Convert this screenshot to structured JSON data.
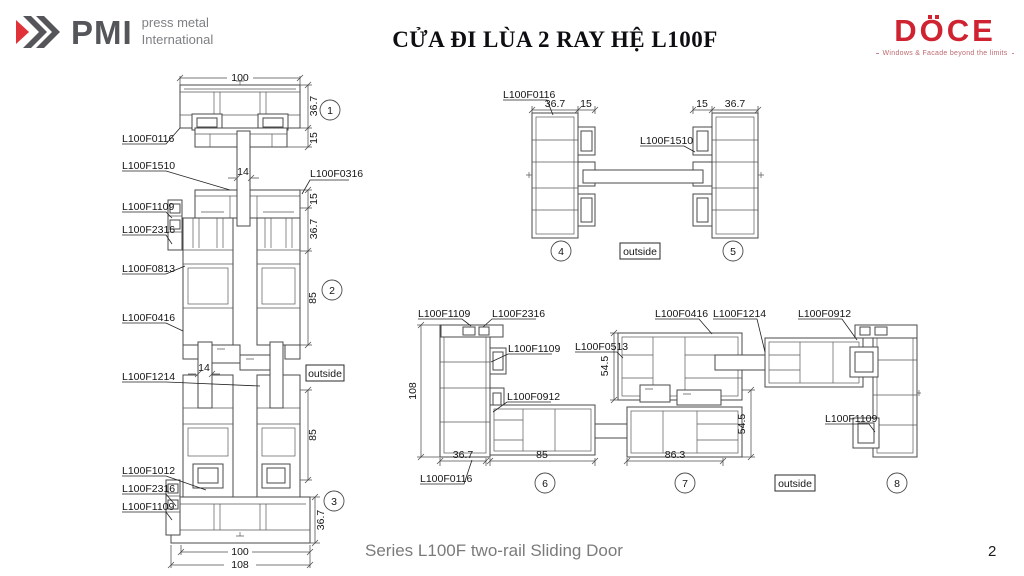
{
  "header": {
    "pmi": {
      "name": "PMI",
      "tagline_top": "press metal",
      "tagline_bottom": "International"
    },
    "title": "CỬA ĐI LÙA 2 RAY HỆ L100F",
    "doce": {
      "name": "DOCE",
      "tagline": "Windows & Facade beyond the limits"
    }
  },
  "footer": {
    "series": "Series L100F two-rail Sliding Door",
    "page": "2"
  },
  "shared": {
    "outside": "outside"
  },
  "colors": {
    "accent_red": "#cf2331",
    "logo_gray": "#55565a",
    "line_gray": "#4a4a4a",
    "footer_gray": "#7b7b7b"
  },
  "vertical_section": {
    "dim_top": "100",
    "dims_right": [
      "36.7",
      "15",
      "15",
      "36.7",
      "85",
      "85",
      "36.7"
    ],
    "dim_glass_top": "14",
    "dim_glass_mid": "14",
    "dims_bottom": [
      "100",
      "108"
    ],
    "markers": [
      "1",
      "2",
      "3"
    ],
    "labels_left": [
      "L100F0116",
      "L100F1510",
      "L100F1109",
      "L100F2316",
      "L100F0813",
      "L100F0416",
      "L100F1214",
      "L100F1012",
      "L100F2316",
      "L100F1109"
    ],
    "label_right": "L100F0316"
  },
  "jamb_section": {
    "labels": [
      "L100F0116",
      "L100F1510"
    ],
    "dims_left": [
      "36.7",
      "15"
    ],
    "dims_right": [
      "15",
      "36.7"
    ],
    "markers": [
      "4",
      "5"
    ]
  },
  "horizontal_section": {
    "labels_top": [
      "L100F1109",
      "L100F2316",
      "L100F0416",
      "L100F1214",
      "L100F0912"
    ],
    "labels_mid": [
      "L100F1109",
      "L100F0513",
      "L100F0912",
      "L100F1109"
    ],
    "label_bottom": "L100F0116",
    "dim_side": "108",
    "dims_glass": [
      "54.5",
      "54.5"
    ],
    "dims_bottom": [
      "36.7",
      "85",
      "86.3"
    ],
    "markers": [
      "6",
      "7",
      "8"
    ]
  }
}
